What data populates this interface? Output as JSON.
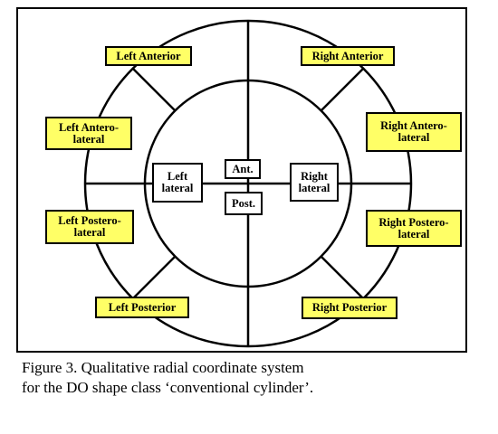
{
  "diagram": {
    "outer_labels": {
      "left_anterior": "Left Anterior",
      "right_anterior": "Right Anterior",
      "left_anterolateral": "Left Antero-\nlateral",
      "right_anterolateral": "Right Antero-\nlateral",
      "left_posterolateral": "Left Postero-\nlateral",
      "right_posterolateral": "Right Postero-\nlateral",
      "left_posterior": "Left Posterior",
      "right_posterior": "Right Posterior"
    },
    "inner_labels": {
      "left_lateral": "Left\nlateral",
      "right_lateral": "Right\nlateral",
      "anterior": "Ant.",
      "posterior": "Post."
    },
    "colors": {
      "label_fill": "#ffff66",
      "line": "#000000",
      "background": "#ffffff"
    }
  },
  "caption": {
    "line1": "Figure 3. Qualitative radial coordinate system",
    "line2": "for the DO shape class ‘conventional cylinder’."
  }
}
